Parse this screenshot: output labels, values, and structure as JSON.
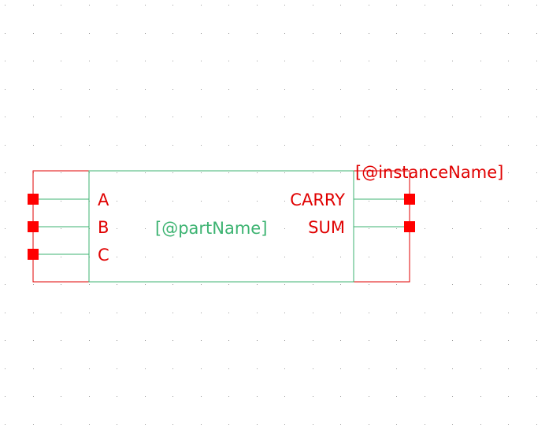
{
  "symbol": {
    "instance_name": "[@instanceName]",
    "part_name": "[@partName]",
    "input_pins": [
      "A",
      "B",
      "C"
    ],
    "output_pins": [
      "CARRY",
      "SUM"
    ]
  },
  "colors": {
    "body_outline": "#3cb371",
    "part_name": "#3cb371",
    "selection_box": "#e00000",
    "pin_label": "#e00000",
    "pin_marker": "#ff0000",
    "grid_dot": "#9a9a9a"
  }
}
